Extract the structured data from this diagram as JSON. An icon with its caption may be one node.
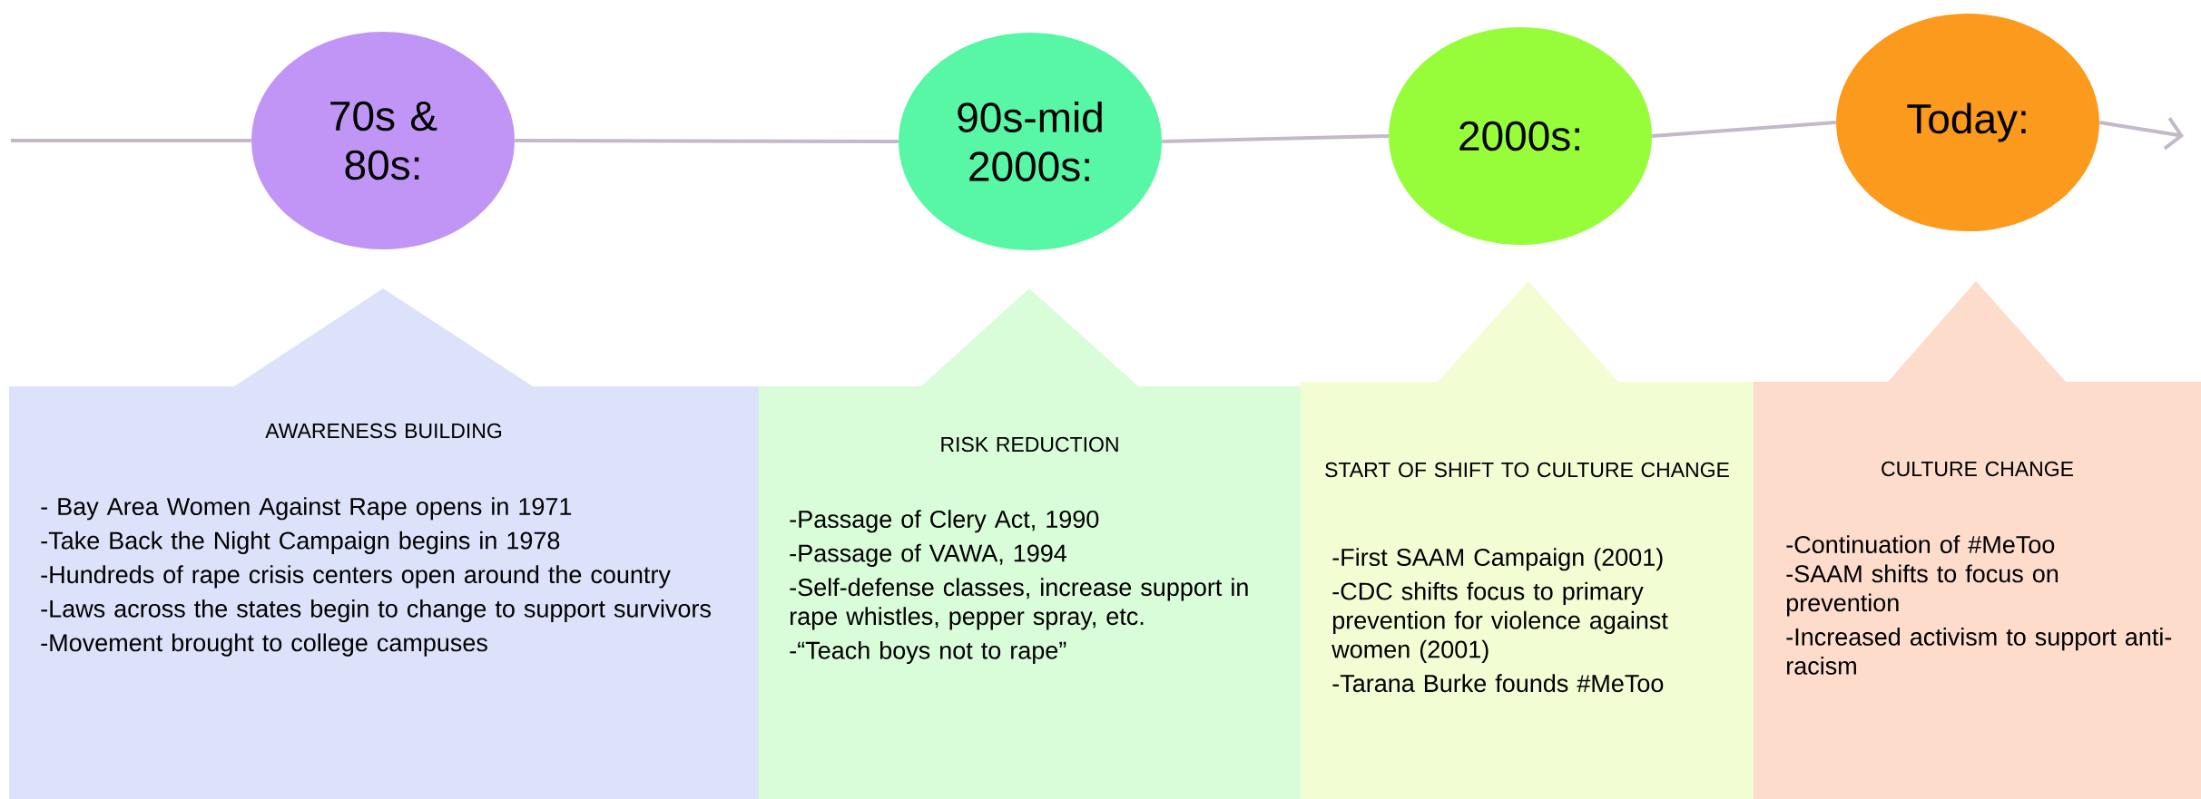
{
  "diagram": {
    "nodes": [
      {
        "text": [
          "70s & 80s:"
        ]
      },
      {
        "text": [
          "90s-mid 2000s:"
        ]
      },
      {
        "text": [
          "2000s:"
        ]
      },
      {
        "text": [
          "Today:"
        ]
      },
      {
        "text": [
          "AWARENESS BUILDING",
          "- Bay Area Women Against Rape opens in 1971",
          "-Take Back the Night Campaign begins in 1978",
          "-Hundreds of rape crisis centers open around the country",
          "-Laws across the states begin to change to support survivors",
          "-Movement brought to college campuses"
        ]
      },
      {
        "text": [
          "RISK REDUCTION",
          "-Passage of Clery Act, 1990",
          "-Passage of VAWA, 1994",
          "-Self-defense classes, increase support in rape whistles, pepper spray, etc.",
          "-“Teach boys not to rape”"
        ]
      },
      {
        "text": [
          "START OF SHIFT TO CULTURE CHANGE",
          "-First SAAM Campaign (2001)",
          "-CDC shifts focus to primary prevention for violence against women (2001)",
          "-Tarana Burke founds #MeToo"
        ]
      },
      {
        "text": [
          "CULTURE CHANGE",
          "-Continuation of #MeToo",
          "-SAAM shifts to focus on prevention",
          "-Increased activism to support anti-racism"
        ]
      }
    ],
    "edges": [
      {
        "from": null,
        "to": 0,
        "arrow": "none"
      },
      {
        "from": 0,
        "to": 1,
        "arrow": "none"
      },
      {
        "from": 1,
        "to": 2,
        "arrow": "none"
      },
      {
        "from": 2,
        "to": 3,
        "arrow": "none"
      },
      {
        "from": 3,
        "to": null,
        "arrow": "to"
      }
    ]
  }
}
